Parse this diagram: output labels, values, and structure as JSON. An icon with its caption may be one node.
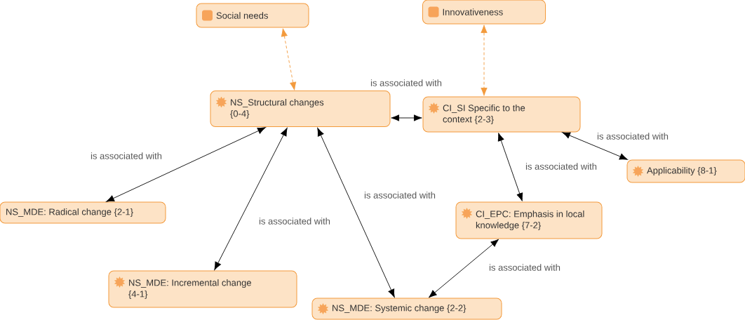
{
  "diagram": {
    "nodes": [
      {
        "text": [
          "Social needs"
        ]
      },
      {
        "text": [
          "Innovativeness"
        ]
      },
      {
        "text": [
          "NS_Structural changes {0-4}"
        ]
      },
      {
        "text": [
          "CI_SI Specific to the context {2-3}"
        ]
      },
      {
        "text": [
          "Applicability {8-1}"
        ]
      },
      {
        "text": [
          "NS_MDE: Radical change {2-1}"
        ]
      },
      {
        "text": [
          "CI_EPC: Emphasis in local knowledge {7-2}"
        ]
      },
      {
        "text": [
          "NS_MDE: Incremental change {4-1}"
        ]
      },
      {
        "text": [
          "NS_MDE: Systemic change {2-2}"
        ]
      }
    ],
    "edges": [
      {
        "from": 0,
        "to": 2,
        "arrow": "both",
        "style": "dashed",
        "color": "#f39a3c"
      },
      {
        "from": 1,
        "to": 3,
        "arrow": "both",
        "style": "dashed",
        "color": "#f39a3c"
      },
      {
        "from": 2,
        "to": 3,
        "arrow": "both",
        "label": "is associated with"
      },
      {
        "from": 2,
        "to": 5,
        "arrow": "both",
        "label": "is associated with"
      },
      {
        "from": 2,
        "to": 7,
        "arrow": "both",
        "label": "is associated with"
      },
      {
        "from": 2,
        "to": 8,
        "arrow": "both",
        "label": "is associated with"
      },
      {
        "from": 3,
        "to": 4,
        "arrow": "both",
        "label": "is associated with"
      },
      {
        "from": 3,
        "to": 6,
        "arrow": "both",
        "label": "is associated with"
      },
      {
        "from": 6,
        "to": 8,
        "arrow": "both",
        "label": "is associated with"
      }
    ]
  }
}
